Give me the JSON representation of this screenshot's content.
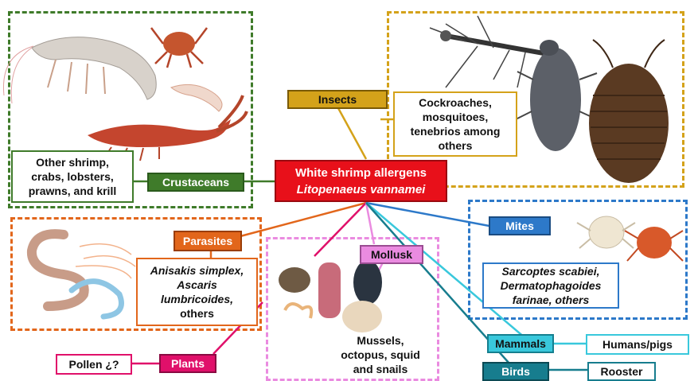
{
  "center": {
    "line1": "White shrimp allergens",
    "line2": "Litopenaeus vannamei"
  },
  "groups": {
    "crustaceans": {
      "label": "Crustaceans",
      "examples": [
        "Other shrimp,",
        "crabs, lobsters,",
        "prawns, and krill"
      ]
    },
    "insects": {
      "label": "Insects",
      "examples": [
        "Cockroaches,",
        "mosquitoes,",
        "tenebrios among",
        "others"
      ]
    },
    "parasites": {
      "label": "Parasites",
      "examples": [
        "Anisakis simplex,",
        "Ascaris",
        "lumbricoides,",
        "others"
      ]
    },
    "mollusk": {
      "label": "Mollusk",
      "examples": [
        "Mussels,",
        "octopus, squid",
        "and snails"
      ]
    },
    "mites": {
      "label": "Mites",
      "examples": [
        "Sarcoptes scabiei,",
        "Dermatophagoides",
        "farinae, others"
      ]
    },
    "plants": {
      "label": "Plants",
      "examples": [
        "Pollen ¿?"
      ]
    },
    "mammals": {
      "label": "Mammals",
      "examples": [
        "Humans/pigs"
      ]
    },
    "birds": {
      "label": "Birds",
      "examples": [
        "Rooster"
      ]
    }
  },
  "colors": {
    "center": "#e8101a",
    "crustaceans": "#3f7b2a",
    "insects": "#d4a21a",
    "parasites": "#e2661b",
    "mollusk": "#ea8be0",
    "mites": "#2d79c9",
    "plants": "#e0106a",
    "mammals": "#39c8dc",
    "birds": "#177d8e"
  }
}
